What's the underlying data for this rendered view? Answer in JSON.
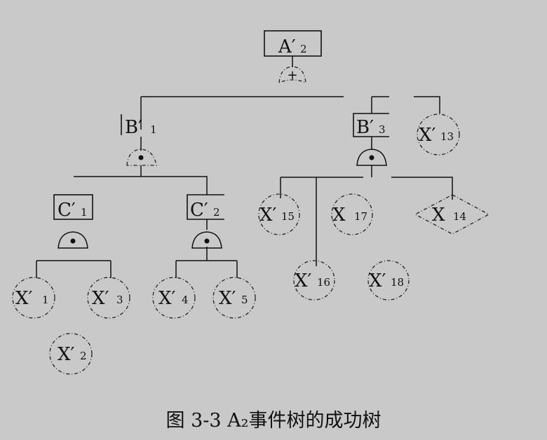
{
  "nodes": {
    "A2": {
      "main": "A′",
      "sub": "2"
    },
    "B1": {
      "main": "B′",
      "sub": "1"
    },
    "B3": {
      "main": "B′",
      "sub": "3"
    },
    "C1": {
      "main": "C′",
      "sub": "1"
    },
    "C2": {
      "main": "C′",
      "sub": "2"
    },
    "X1": {
      "main": "X′",
      "sub": "1"
    },
    "X2": {
      "main": "X′",
      "sub": "2"
    },
    "X3": {
      "main": "X′",
      "sub": "3"
    },
    "X4": {
      "main": "X′",
      "sub": "4"
    },
    "X5": {
      "main": "X′",
      "sub": "5"
    },
    "X13": {
      "main": "X′",
      "sub": "13"
    },
    "X14": {
      "main": "X",
      "sub": "14"
    },
    "X15": {
      "main": "X′",
      "sub": "15"
    },
    "X16": {
      "main": "X′",
      "sub": "16"
    },
    "X17": {
      "main": "X",
      "sub": "17"
    },
    "X18": {
      "main": "X′",
      "sub": "18"
    }
  },
  "gates": {
    "or_symbol": "+",
    "and_symbol": "•"
  },
  "caption": "图 3-3 A₂事件树的成功树"
}
